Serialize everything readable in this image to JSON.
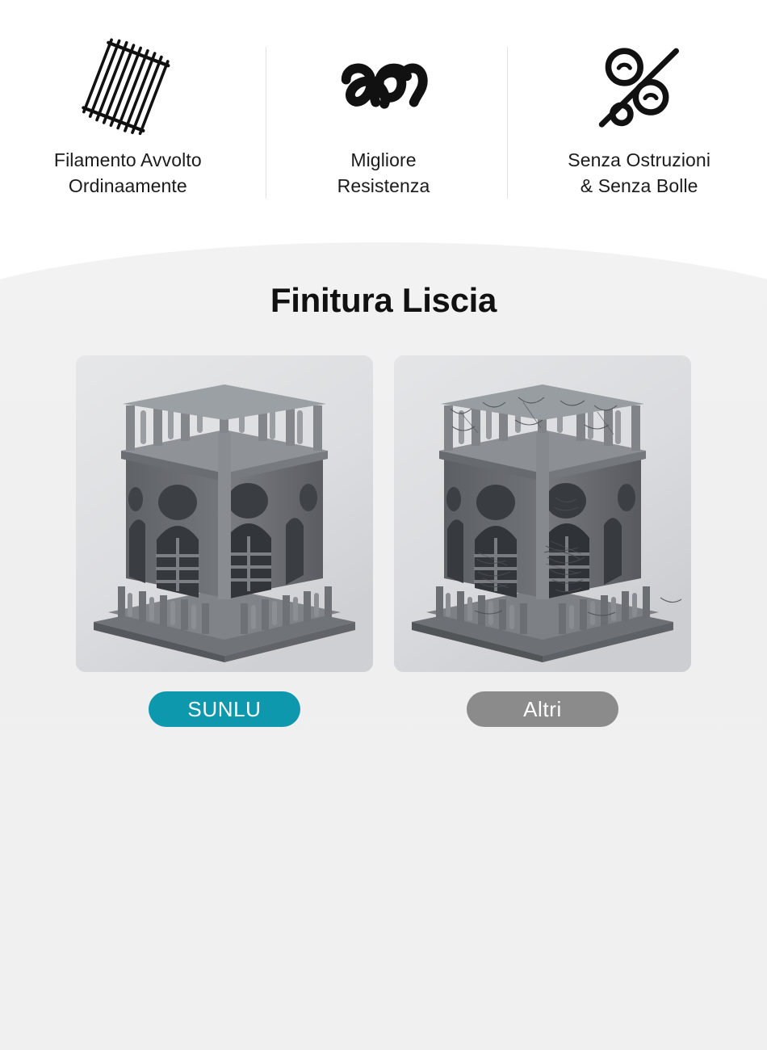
{
  "features": [
    {
      "icon": "neatly-wound-filament-icon",
      "label": "Filamento Avvolto\nOrdinaamente"
    },
    {
      "icon": "interwoven-strand-strength-icon",
      "label": "Migliore\nResistenza"
    },
    {
      "icon": "no-clog-no-bubble-icon",
      "label": "Senza Ostruzioni\n& Senza Bolle"
    }
  ],
  "comparison": {
    "title": "Finitura Liscia",
    "cards": [
      {
        "badge_label": "SUNLU",
        "badge_color": "#0e98ad",
        "photo_alt": "3d-printed-classical-building-smooth"
      },
      {
        "badge_label": "Altri",
        "badge_color": "#8b8b8b",
        "photo_alt": "3d-printed-classical-building-stringy"
      }
    ]
  },
  "colors": {
    "background": "#ffffff",
    "panel": "#f0f0f0",
    "divider": "#e2e2e2",
    "text": "#1b1b1b",
    "title": "#111111",
    "brand_teal": "#0e98ad",
    "other_gray": "#8b8b8b",
    "model_gray": "#6f7276"
  }
}
